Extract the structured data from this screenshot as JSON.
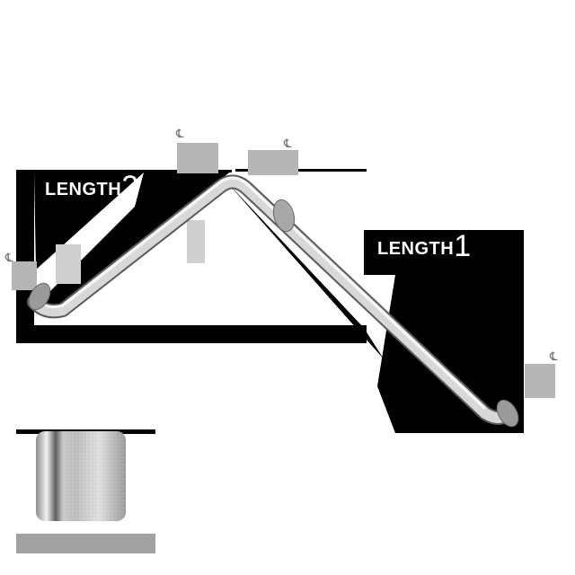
{
  "labels": {
    "length2_word": "LENGTH",
    "length2_number": "2",
    "length1_word": "LENGTH",
    "length1_number": "1"
  },
  "centerline_symbol": "℄",
  "icons": {
    "bar": "grab-bar-shape",
    "swatch": "brushed-metal-swatch"
  },
  "colors": {
    "dimension_block": "#000000",
    "placeholder_gray": "#b5b5b5",
    "steel_light": "#e2e2e2",
    "steel_dark": "#7d7d7d"
  },
  "swatch": {
    "caption": ""
  }
}
